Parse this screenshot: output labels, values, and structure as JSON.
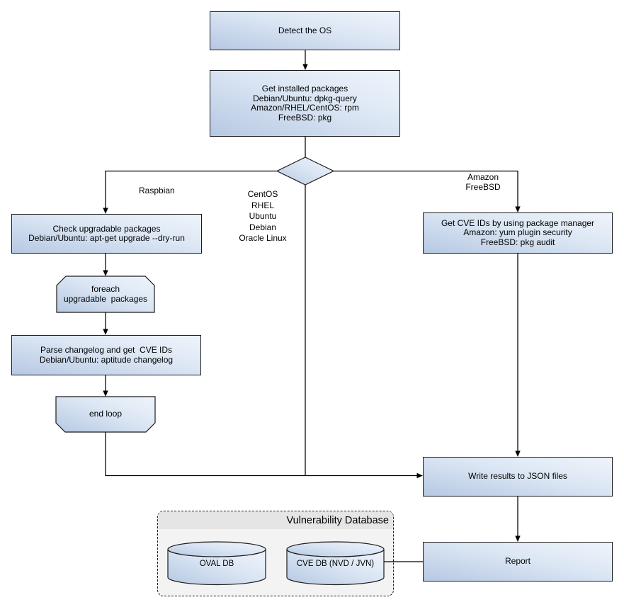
{
  "diagram": {
    "type": "flowchart",
    "colors": {
      "node_fill_light": "#eff4fb",
      "node_fill_dark": "#b6c8e2",
      "node_border": "#1b1b1b",
      "connector": "#000000",
      "container_fill": "#f3f3f3",
      "container_titlebar_fill": "#e5e5e5",
      "background": "#ffffff"
    },
    "nodes": {
      "detect_os": "Detect the OS",
      "get_installed": "Get installed packages\nDebian/Ubuntu: dpkg-query\nAmazon/RHEL/CentOS: rpm\nFreeBSD: pkg",
      "check_upgradable": "Check upgradable packages\nDebian/Ubuntu: apt-get upgrade --dry-run",
      "foreach_loop": "foreach\nupgradable  packages",
      "parse_changelog": "Parse changelog and get  CVE IDs\nDebian/Ubuntu: aptitude changelog",
      "end_loop": "end loop",
      "get_cve_ids": "Get CVE IDs by using package manager\nAmazon: yum plugin security\nFreeBSD: pkg audit",
      "write_json": "Write results to JSON files",
      "report": "Report"
    },
    "branch_labels": {
      "left": "Raspbian",
      "middle": "CentOS\nRHEL\nUbuntu\nDebian\nOracle Linux",
      "right": "Amazon\nFreeBSD"
    },
    "database": {
      "title": "Vulnerability Database",
      "cylinders": {
        "oval": "OVAL DB",
        "cve": "CVE DB (NVD / JVN)"
      }
    }
  }
}
